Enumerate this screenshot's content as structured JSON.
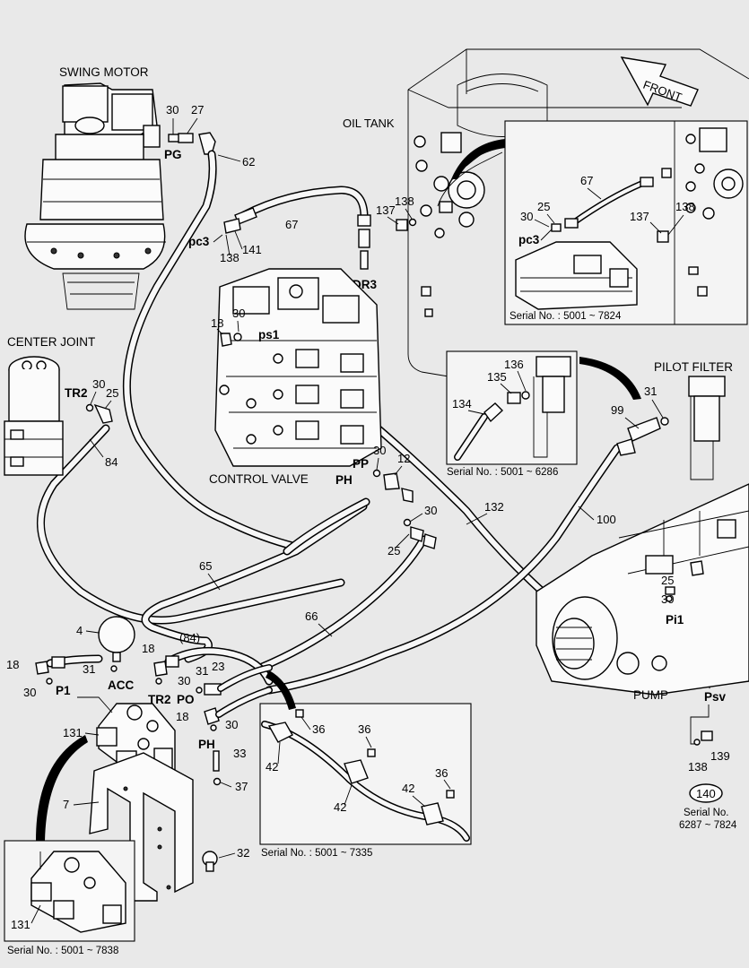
{
  "components": {
    "swing_motor": "SWING MOTOR",
    "oil_tank": "OIL TANK",
    "center_joint": "CENTER JOINT",
    "control_valve": "CONTROL VALVE",
    "pilot_filter": "PILOT FILTER",
    "pump": "PUMP",
    "front": "FRONT"
  },
  "ports": {
    "pg": "PG",
    "pc3_main": "pc3",
    "pc3_inset": "pc3",
    "dr3": "DR3",
    "ps1": "ps1",
    "tr2_joint": "TR2",
    "pp": "PP",
    "ph_valve": "PH",
    "p1": "P1",
    "acc": "ACC",
    "tr2_block": "TR2",
    "po": "PO",
    "ph_block": "PH",
    "pi1": "Pi1",
    "psv": "Psv"
  },
  "part_numbers": {
    "n30_motor": "30",
    "n27": "27",
    "n62": "62",
    "n67_main": "67",
    "n141": "141",
    "n138_main": "138",
    "n137_main": "137",
    "n138_tank": "138",
    "n30_inset_tank": "30",
    "n25_inset_tank": "25",
    "n67_inset": "67",
    "n137_inset": "137",
    "n138_inset": "138",
    "n18_valve": "18",
    "n30_valve": "30",
    "n30_joint": "30",
    "n25_joint": "25",
    "n84": "84",
    "n136": "136",
    "n135": "135",
    "n134": "134",
    "n31_filter": "31",
    "n99": "99",
    "n30_pp": "30",
    "n12": "12",
    "n30_mid": "30",
    "n25_mid": "25",
    "n132": "132",
    "n100": "100",
    "n65": "65",
    "n66": "66",
    "n4": "4",
    "n84_paren": "(84)",
    "n18_left": "18",
    "n31_acc": "31",
    "n18_mid": "18",
    "n30_mid2": "30",
    "n30_p1": "30",
    "n31_po": "31",
    "n23": "23",
    "n18_ph": "18",
    "n30_ph": "30",
    "n131_main": "131",
    "n33": "33",
    "n37": "37",
    "n7": "7",
    "n32": "32",
    "n131_inset": "131",
    "n36_a": "36",
    "n36_b": "36",
    "n36_c": "36",
    "n42_a": "42",
    "n42_b": "42",
    "n42_c": "42",
    "n25_pump": "25",
    "n30_pump": "30",
    "n138_psv": "138",
    "n139": "139",
    "n140": "140"
  },
  "serials": {
    "oil_tank_inset": "Serial No. : 5001 ~ 7824",
    "pilot_filter_inset": "Serial No. : 5001 ~ 6286",
    "clamp_inset": "Serial No. : 5001 ~ 7335",
    "block_inset": "Serial No. : 5001 ~ 7838",
    "psv_line1": "Serial No.",
    "psv_line2": "6287 ~ 7824"
  }
}
